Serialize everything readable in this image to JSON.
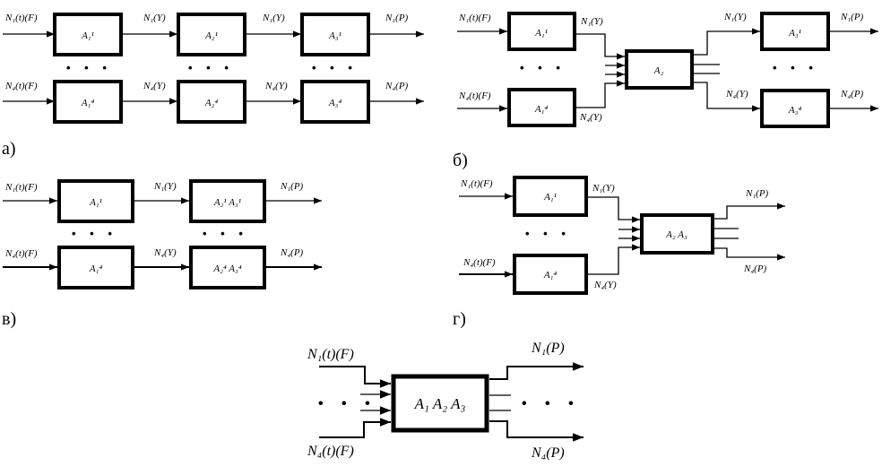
{
  "captions": {
    "a": "а)",
    "b": "б)",
    "v": "в)",
    "g": "г)"
  },
  "dots": "• • •",
  "a": {
    "row1": {
      "input": "N₁(t)(F)",
      "box1": "A₁¹",
      "mid1": "N₁(Y)",
      "box2": "A₂¹",
      "mid2": "N₁(Y)",
      "box3": "A₃¹",
      "output": "N₁(P)"
    },
    "row2": {
      "input": "N₄(t)(F)",
      "box1": "A₁⁴",
      "mid1": "N₄(Y)",
      "box2": "A₂⁴",
      "mid2": "N₄(Y)",
      "box3": "A₃⁴",
      "output": "N₄(P)"
    }
  },
  "b": {
    "row1": {
      "input": "N₁(t)(F)",
      "box1": "A₁¹",
      "mid": "N₁(Y)",
      "mid_out": "N₁(Y)",
      "box3": "A₃¹",
      "output": "N₁(P)"
    },
    "row2": {
      "input": "N₄(t)(F)",
      "box1": "A₁⁴",
      "mid": "N₄(Y)",
      "mid_out": "N₄(Y)",
      "box3": "A₃⁴",
      "output": "N₄(P)"
    },
    "center": "A₂"
  },
  "v": {
    "row1": {
      "input": "N₁(t)(F)",
      "box1": "A₁¹",
      "mid": "N₁(Y)",
      "box2": "A₂¹ A₃¹",
      "output": "N₁(P)"
    },
    "row2": {
      "input": "N₄(t)(F)",
      "box1": "A₁⁴",
      "mid": "N₄(Y)",
      "box2": "A₂⁴ A₃⁴",
      "output": "N₄(P)"
    }
  },
  "g": {
    "row1": {
      "input": "N₁(t)(F)",
      "box1": "A₁¹",
      "mid": "N₁(Y)",
      "output": "N₁(P)"
    },
    "row2": {
      "input": "N₄(t)(F)",
      "box1": "A₁⁴",
      "mid": "N₄(Y)",
      "output": "N₄(P)"
    },
    "center": "A₂  A₃"
  },
  "d": {
    "input_top": "N₁(t)(F)",
    "input_bottom": "N₄(t)(F)",
    "center": "A₁ A₂ A₃",
    "output_top": "N₁(P)",
    "output_bottom": "N₄(P)"
  }
}
